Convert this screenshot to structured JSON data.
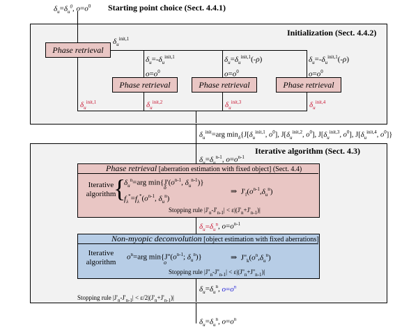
{
  "top": {
    "start_expr": "δu=δu0, o=o0",
    "start_title": "Starting point choice (Sect. 4.4.1)"
  },
  "init": {
    "title": "Initialization (Sect. 4.4.2)",
    "phase_label": "Phase retrieval",
    "branch1_expr": "δuinit,1",
    "branch2_expr": "δu=-δuinit,1\no=o0",
    "branch3_expr": "δu=δuinit,1(-ρ)\no=o0",
    "branch4_expr": "δu=-δuinit,1(-ρ)\no=o0",
    "out1": "δuinit,1",
    "out2": "δuinit,2",
    "out3": "δuinit,3",
    "out4": "δuinit,4"
  },
  "selection_expr": "δuinit=arg minδ{J[δuinit,1, o0], J[δuinit,2, o0], J[δuinit,3, o0], J[δuinit,4, o0]}",
  "iter": {
    "title": "Iterative algorithm (Sect. 4.3)",
    "entry_expr": "δu=δun-1, o=on-1",
    "phase_title": "Phase retrieval",
    "phase_sub": " [aberration estimation with fixed object] (Sect. 4.4)",
    "iter_label": "Iterative algorithm",
    "phase_eq1": "δun=arg min{J'(on-1, δun-1)}",
    "phase_eq2": "fλ*=fλ*(on-1, δun)",
    "phase_rhs": "⇒  J'f(on-1,δun)",
    "phase_stop": "Stopping rule |J'n-J'n-1| < ε|(J'n+J'n-1)|",
    "mid_expr_red": "δu=δun",
    "mid_expr_rest": ", o=on-1",
    "deconv_title": "Non-myopic deconvolution",
    "deconv_sub": " [object estimation with fixed aberrations]",
    "deconv_eq": "on=arg min{J''(on-1; δun)}",
    "deconv_rhs": "⇒  J''k(on,δun)",
    "deconv_stop": "Stopping rule |J''n-J''n-1| < ε|(J''n+J''n-1)|",
    "exit_expr_black": "δu=δun, ",
    "exit_expr_blue": "o=on",
    "outer_stop": "Stopping rule |J'n-J'n-1| < ε/2|(J'n+J'n-1)|"
  },
  "final_expr": "δu=δun, o=on",
  "colors": {
    "panel_bg": "#f2f2f2",
    "phase_box": "#e9c6c4",
    "deconv_box": "#b7cde6",
    "red": "#c8102e",
    "blue": "#1a1ad6"
  }
}
